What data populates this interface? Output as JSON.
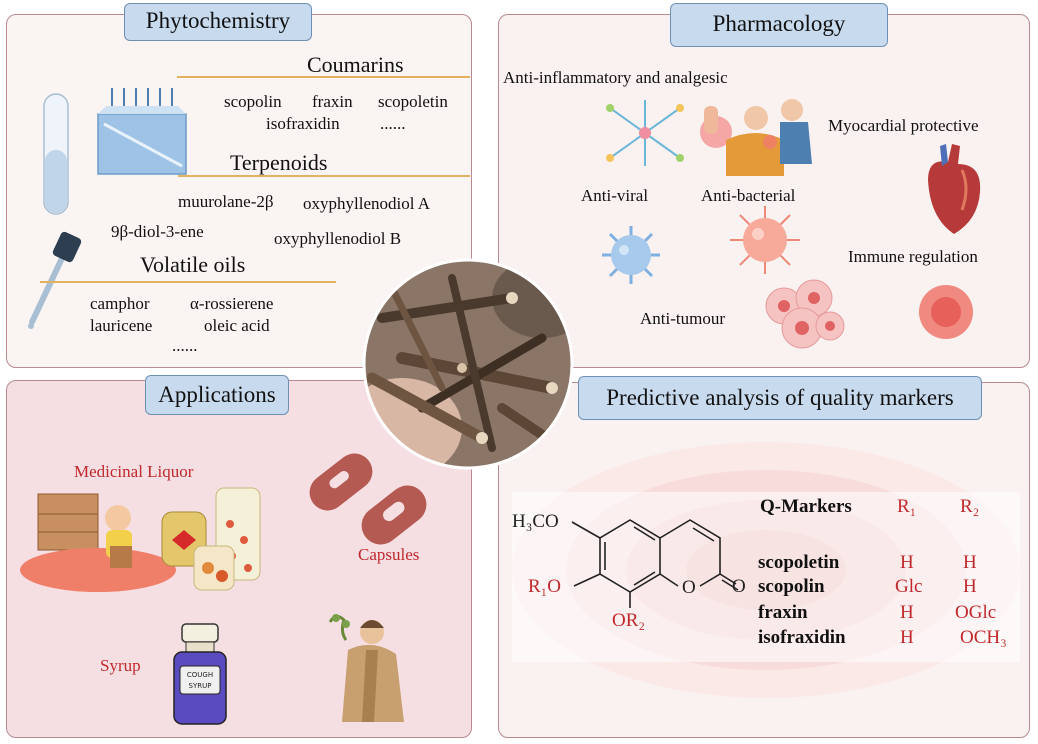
{
  "phytochemistry": {
    "title": "Phytochemistry",
    "coumarins": {
      "heading": "Coumarins",
      "items": [
        "scopolin",
        "fraxin",
        "scopoletin",
        "isofraxidin",
        "......"
      ]
    },
    "terpenoids": {
      "heading": "Terpenoids",
      "items": [
        "muurolane-2β",
        "9β-diol-3-ene",
        "oxyphyllenodiol A",
        "oxyphyllenodiol B"
      ]
    },
    "volatile_oils": {
      "heading": "Volatile oils",
      "items": [
        "camphor",
        "α-rossierene",
        "lauricene",
        "oleic acid",
        "......"
      ]
    }
  },
  "pharmacology": {
    "title": "Pharmacology",
    "effects": [
      "Anti-inflammatory  and analgesic",
      "Myocardial protective",
      "Anti-viral",
      "Anti-bacterial",
      "Immune regulation",
      "Anti-tumour"
    ]
  },
  "applications": {
    "title": "Applications",
    "items": [
      "Medicinal Liquor",
      "Capsules",
      "Syrup"
    ],
    "bottle_label": [
      "COUGH",
      "SYRUP"
    ]
  },
  "quality_markers": {
    "title": "Predictive analysis of quality markers",
    "structure_labels": {
      "methoxy": "H₃CO",
      "r1o": "R₁O",
      "or2": "OR₂",
      "ring_o": "O",
      "carbonyl_o": "O"
    },
    "table": {
      "headers": [
        "Q-Markers",
        "R₁",
        "R₂"
      ],
      "rows": [
        {
          "name": "scopoletin",
          "r1": "H",
          "r2": "H"
        },
        {
          "name": "scopolin",
          "r1": "Glc",
          "r2": "H"
        },
        {
          "name": "fraxin",
          "r1": "H",
          "r2": "OGlc"
        },
        {
          "name": "isofraxidin",
          "r1": "H",
          "r2": "OCH₃"
        }
      ]
    }
  },
  "colors": {
    "header_fill": "#c8daee",
    "panel_border": "#b98a92",
    "accent_red": "#c0282b",
    "rule_gold": "#e3b25e"
  }
}
